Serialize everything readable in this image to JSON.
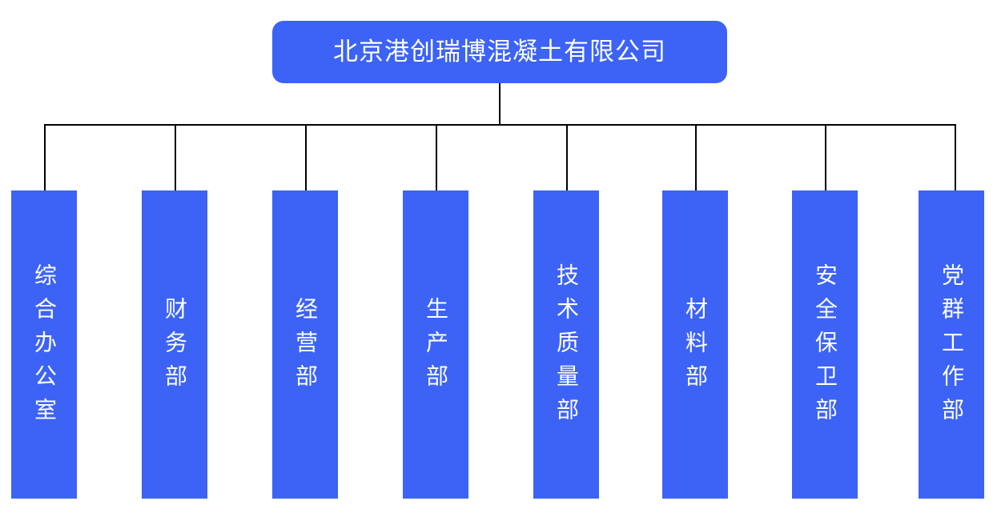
{
  "chart_title": "北京港创瑞博混凝土有限公司",
  "colors": {
    "node_fill": "#3c63f5",
    "node_text": "#ffffff",
    "connector": "#000000",
    "background": "#ffffff"
  },
  "root": {
    "label": "北京港创瑞博混凝土有限公司"
  },
  "departments": [
    {
      "label": "综合办公室"
    },
    {
      "label": "财务部"
    },
    {
      "label": "经营部"
    },
    {
      "label": "生产部"
    },
    {
      "label": "技术质量部"
    },
    {
      "label": "材料部"
    },
    {
      "label": "安全保卫部"
    },
    {
      "label": "党群工作部"
    }
  ],
  "chart_data": {
    "type": "diagram",
    "diagram_type": "organization-chart",
    "title": "北京港创瑞博混凝土有限公司",
    "orientation": "top-down",
    "levels": 2,
    "nodes": [
      {
        "id": "root",
        "label": "北京港创瑞博混凝土有限公司",
        "level": 0,
        "shape": "rounded-rectangle",
        "text_direction": "horizontal"
      },
      {
        "id": "d1",
        "label": "综合办公室",
        "level": 1,
        "shape": "rectangle",
        "text_direction": "vertical",
        "parent": "root"
      },
      {
        "id": "d2",
        "label": "财务部",
        "level": 1,
        "shape": "rectangle",
        "text_direction": "vertical",
        "parent": "root"
      },
      {
        "id": "d3",
        "label": "经营部",
        "level": 1,
        "shape": "rectangle",
        "text_direction": "vertical",
        "parent": "root"
      },
      {
        "id": "d4",
        "label": "生产部",
        "level": 1,
        "shape": "rectangle",
        "text_direction": "vertical",
        "parent": "root"
      },
      {
        "id": "d5",
        "label": "技术质量部",
        "level": 1,
        "shape": "rectangle",
        "text_direction": "vertical",
        "parent": "root"
      },
      {
        "id": "d6",
        "label": "材料部",
        "level": 1,
        "shape": "rectangle",
        "text_direction": "vertical",
        "parent": "root"
      },
      {
        "id": "d7",
        "label": "安全保卫部",
        "level": 1,
        "shape": "rectangle",
        "text_direction": "vertical",
        "parent": "root"
      },
      {
        "id": "d8",
        "label": "党群工作部",
        "level": 1,
        "shape": "rectangle",
        "text_direction": "vertical",
        "parent": "root"
      }
    ],
    "edges": [
      {
        "from": "root",
        "to": "d1"
      },
      {
        "from": "root",
        "to": "d2"
      },
      {
        "from": "root",
        "to": "d3"
      },
      {
        "from": "root",
        "to": "d4"
      },
      {
        "from": "root",
        "to": "d5"
      },
      {
        "from": "root",
        "to": "d6"
      },
      {
        "from": "root",
        "to": "d7"
      },
      {
        "from": "root",
        "to": "d8"
      }
    ]
  }
}
